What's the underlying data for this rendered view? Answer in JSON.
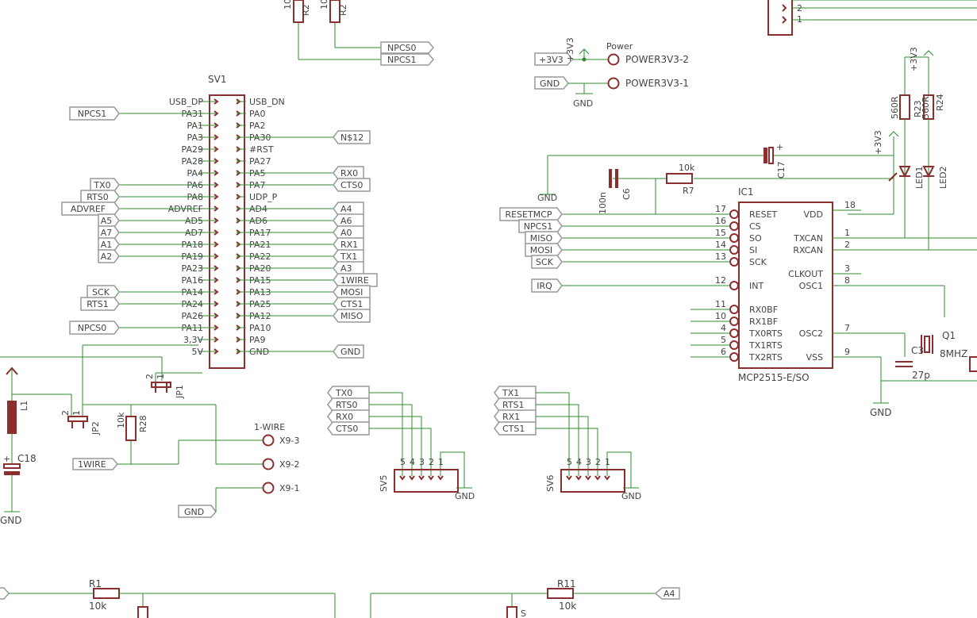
{
  "sv1": {
    "ref": "SV1",
    "left_pins": [
      "USB_DP",
      "PA31",
      "PA1",
      "PA3",
      "PA29",
      "PA28",
      "PA4",
      "PA6",
      "PA8",
      "ADVREF",
      "AD5",
      "AD7",
      "PA18",
      "PA19",
      "PA23",
      "PA16",
      "PA14",
      "PA24",
      "PA26",
      "PA11",
      "3,3V",
      "5V"
    ],
    "right_pins": [
      "USB_DN",
      "PA0",
      "PA2",
      "PA30",
      "#RST",
      "PA27",
      "PA5",
      "PA7",
      "UDP_P",
      "AD4",
      "AD6",
      "PA17",
      "PA21",
      "PA22",
      "PA20",
      "PA15",
      "PA13",
      "PA25",
      "PA12",
      "PA10",
      "PA9",
      "GND"
    ]
  },
  "left_flags": [
    {
      "label": "NPCS1",
      "row": 1
    },
    {
      "label": "TX0",
      "row": 7
    },
    {
      "label": "RTS0",
      "row": 8
    },
    {
      "label": "ADVREF",
      "row": 9
    },
    {
      "label": "A5",
      "row": 10
    },
    {
      "label": "A7",
      "row": 11
    },
    {
      "label": "A1",
      "row": 12
    },
    {
      "label": "A2",
      "row": 13
    },
    {
      "label": "SCK",
      "row": 16
    },
    {
      "label": "RTS1",
      "row": 17
    },
    {
      "label": "NPCS0",
      "row": 19
    }
  ],
  "right_flags": [
    {
      "label": "N$12",
      "row": 3
    },
    {
      "label": "RX0",
      "row": 6
    },
    {
      "label": "CTS0",
      "row": 7
    },
    {
      "label": "A4",
      "row": 9
    },
    {
      "label": "A6",
      "row": 10
    },
    {
      "label": "A0",
      "row": 11
    },
    {
      "label": "RX1",
      "row": 12
    },
    {
      "label": "TX1",
      "row": 13
    },
    {
      "label": "A3",
      "row": 14
    },
    {
      "label": "1WIRE",
      "row": 15
    },
    {
      "label": "MOSI",
      "row": 16
    },
    {
      "label": "CTS1",
      "row": 17
    },
    {
      "label": "MISO",
      "row": 18
    },
    {
      "label": "GND",
      "row": 21
    }
  ],
  "top_resistors": {
    "r1_val": "10",
    "r1_ref": "R2",
    "r2_val": "10",
    "r2_ref": "R2",
    "flag1": "NPCS0",
    "flag2": "NPCS1"
  },
  "power": {
    "title": "Power",
    "flag_3v3": "+3V3",
    "sup_3v3": "+3V3",
    "flag_gnd": "GND",
    "gnd_sym": "GND",
    "pad2": "POWER3V3-2",
    "pad1": "POWER3V3-1"
  },
  "top_right_pins": [
    "2",
    "1"
  ],
  "ic1": {
    "ref": "IC1",
    "part": "MCP2515-E/SO",
    "left_pins": [
      {
        "num": "17",
        "name": "RESET"
      },
      {
        "num": "16",
        "name": "CS"
      },
      {
        "num": "15",
        "name": "SO"
      },
      {
        "num": "14",
        "name": "SI"
      },
      {
        "num": "13",
        "name": "SCK"
      },
      {
        "num": "12",
        "name": "INT"
      },
      {
        "num": "11",
        "name": "RX0BF"
      },
      {
        "num": "10",
        "name": "RX1BF"
      },
      {
        "num": "4",
        "name": "TX0RTS"
      },
      {
        "num": "5",
        "name": "TX1RTS"
      },
      {
        "num": "6",
        "name": "TX2RTS"
      }
    ],
    "right_pins": [
      {
        "num": "18",
        "name": "VDD"
      },
      {
        "num": "1",
        "name": "TXCAN"
      },
      {
        "num": "2",
        "name": "RXCAN"
      },
      {
        "num": "3",
        "name": "CLKOUT"
      },
      {
        "num": "8",
        "name": "OSC1"
      },
      {
        "num": "7",
        "name": "OSC2"
      },
      {
        "num": "9",
        "name": "VSS"
      }
    ],
    "flags": [
      "RESETMCP",
      "NPCS1",
      "MISO",
      "MOSI",
      "SCK",
      "IRQ"
    ]
  },
  "mcp_parts": {
    "c17": "C17",
    "c6": "C6",
    "c6_val": "100n",
    "r7": "R7",
    "r7_val": "10k",
    "gnd": "GND",
    "sup": "+3V3",
    "q1": "Q1",
    "q1_val": "8MHZ",
    "c3": "C3",
    "c3_val": "27p",
    "gnd2": "GND"
  },
  "leds": {
    "sup": "+3V3",
    "r_left_val": "560R",
    "r_left_ref": "R23",
    "r_right_ref": "R24",
    "r_right_val": "560R",
    "led1": "LED1",
    "led2": "LED2"
  },
  "sv5": {
    "ref": "SV5",
    "flags": [
      "TX0",
      "RTS0",
      "RX0",
      "CTS0"
    ],
    "pins": [
      "5",
      "4",
      "3",
      "2",
      "1"
    ],
    "gnd": "GND"
  },
  "sv6": {
    "ref": "SV6",
    "flags": [
      "TX1",
      "RTS1",
      "RX1",
      "CTS1"
    ],
    "pins": [
      "5",
      "4",
      "3",
      "2",
      "1"
    ],
    "gnd": "GND"
  },
  "bottom_left": {
    "l1": "L1",
    "c18": "C18",
    "gnd": "GND",
    "jp1": "JP1",
    "jp2": "JP2",
    "jp_pin2": "2",
    "jp_pin1": "1",
    "r28": "R28",
    "r28_val": "10k",
    "flag_1wire": "1WIRE",
    "flag_gnd": "GND",
    "x9_title": "1-WIRE",
    "x9_3": "X9-3",
    "x9_2": "X9-2",
    "x9_1": "X9-1"
  },
  "bottom": {
    "r1": "R1",
    "r1_val": "10k",
    "r11": "R11",
    "r11_val": "10k",
    "flag_a4": "A4",
    "cut_label": "S"
  }
}
